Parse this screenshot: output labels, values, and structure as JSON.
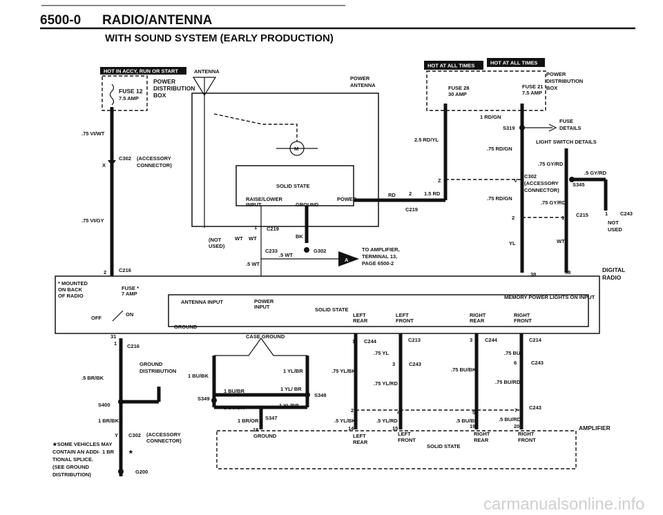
{
  "header": {
    "page": "6500-0",
    "title": "RADIO/ANTENNA",
    "subtitle": "WITH SOUND SYSTEM (EARLY PRODUCTION)"
  },
  "tabs": {
    "hot_accy_run_start": "HOT IN ACCY, RUN OR START",
    "hot_at_all_times_1": "HOT AT ALL TIMES",
    "hot_at_all_times_2": "HOT AT ALL TIMES"
  },
  "left_power": {
    "power_box": "POWER",
    "power_box_2": "DISTRIBUTION",
    "power_box_3": "BOX",
    "fuse": "FUSE 12",
    "fuse_amp": "7.5 AMP",
    "antenna": "ANTENNA",
    "wire1": ".75 VI/WT",
    "conn_x": "X",
    "conn_id": "C302",
    "conn_desc": "(ACCESSORY",
    "conn_desc2": "CONNECTOR)",
    "wire2": ".75 VI/GY",
    "c216_pin": "2",
    "c216": "C216"
  },
  "power_antenna": {
    "title": "POWER",
    "title2": "ANTENNA",
    "motor": "M",
    "solid_state": "SOLID STATE",
    "raise_lower": "RAISE/LOWER",
    "input": "INPUT",
    "ground": "GROUND",
    "power": "POWER",
    "c219_pin": "1",
    "c219": "C219",
    "not_used": "(NOT",
    "not_used2": "USED)",
    "wt1": "WT",
    "wt2": "WT",
    "bk": "BK",
    "c233": "C233",
    "g302": "G302",
    "wire_5wt": ".5 WT",
    "wire_5wt2": ".5 WT",
    "rd": "RD",
    "pin2": "2",
    "wire_15rd": "1.5 RD",
    "c219b": "C219"
  },
  "amp_ref": {
    "badge": "A",
    "line1": "TO AMPLIFIER,",
    "line2": "TERMINAL 13,",
    "line3": "PAGE 6500-2"
  },
  "right_power": {
    "fuse28": "FUSE 28",
    "fuse28_amp": "30 AMP",
    "fuse21": "FUSE 21",
    "fuse21_amp": "7.5 AMP",
    "power": "POWER",
    "dist": "DISTRIBUTION",
    "box": "BOX",
    "w_1rdgn": "1 RD/GN",
    "s319": "S319",
    "fuse": "FUSE",
    "details": "DETAILS",
    "light_switch": "LIGHT SWITCH DETAILS",
    "w_25rdyl": "2.5 RD/YL",
    "w_75rdgn": ".75 RD/GN",
    "w_75gyrd": ".75 GY/RD",
    "c302": "C302",
    "acc": "(ACCESSORY",
    "conn": "CONNECTOR)",
    "z": "Z",
    "v": "V",
    "w_75rdgn2": ".75 RD/GN",
    "w_5gyrd": ".5 GY/RD",
    "s345": "S345",
    "w_75gyrd2": ".75 GY/RD",
    "pin2": "2",
    "pin1": "1",
    "c215": "C215",
    "c243_pin": "1",
    "c243": "C243",
    "not_used": "NOT",
    "used": "USED",
    "yl": "YL",
    "wt": "WT",
    "pin38": "38",
    "pin58": "58"
  },
  "radio": {
    "mounted": "* MOUNTED",
    "on_back": "ON BACK",
    "of_radio": "OF RADIO",
    "fuse": "FUSE *",
    "fuse_amp": "7 AMP",
    "off": "OFF",
    "on": "ON",
    "antenna_input": "ANTENNA INPUT",
    "power_input": "POWER",
    "power_input2": "INPUT",
    "solid_state": "SOLID STATE",
    "left_rear": "LEFT",
    "left_rear2": "REAR",
    "left_front": "LEFT",
    "left_front2": "FRONT",
    "right_rear": "RIGHT",
    "right_rear2": "REAR",
    "right_front": "RIGHT",
    "right_front2": "FRONT",
    "memory": "MEMORY POWER  LIGHTS ON INPUT",
    "ground": "GROUND",
    "case_ground": "CASE GROUND",
    "name1": "DIGITAL",
    "name2": "RADIO",
    "pin31": "31"
  },
  "lower": {
    "c216_pin": "1",
    "c216": "C216",
    "gd_label": "GROUND",
    "gd_label2": "DISTRIBUTION",
    "w_5brbk": ".5 BR/BK",
    "s400": "S400",
    "w_1brbk": "1 BR/BK",
    "c302_y": "Y",
    "c302": "C302",
    "acc": "(ACCESSORY",
    "conn": "CONNECTOR)",
    "note1": "★SOME VEHICLES MAY",
    "note2": "CONTAIN AN ADDI-",
    "note3": "TIONAL SPLICE.",
    "note4": "(SEE GROUND",
    "note5": "DISTRIBUTION)",
    "w_1br": "1 BR",
    "star": "★",
    "g200": "G200",
    "w_1bubk": "1 BU/BK",
    "w_1ylbr": "1 YL/BR",
    "w_1bubr": "1 BU/BR",
    "w_1ylbr2": "1 YL/ BR",
    "s349": "S349",
    "s348": "S348",
    "w_1bubr2": "1 BU/BR",
    "w_1ylbr3": "1 YL/BR",
    "w_1bror": "1 BR/OR",
    "s347": "S347",
    "pin18": "18"
  },
  "amp": {
    "c244": "C244",
    "c213": "C213",
    "c244b": "C244",
    "c214": "C214",
    "pin1": "1",
    "pin2": "2",
    "pin3": "3",
    "pin4": "4",
    "pin5": "5",
    "pin6": "6",
    "pin7": "7",
    "w_75yl": ".75 YL",
    "w_75bu": ".75 BU",
    "w_75ylbk": ".75 YL/BK",
    "c243": "C243",
    "w_75bubk": ".75 BU/BK",
    "c243b": "C243",
    "w_75ylrd": ".75 YL/RD",
    "w_75burd": ".75 BU/RD",
    "c243c": "C243",
    "w_5ylbk": ".5 YL/BK",
    "w_5ylrd": ".5 YL/RD",
    "w_5bubk": ".5 BU/BK",
    "w_5burd": ".5 BU/RD",
    "p14": "14",
    "p15": "15",
    "p19": "19",
    "p20": "20",
    "ground": "GROUND",
    "left_rear": "LEFT",
    "left_rear2": "REAR",
    "left_front": "LEFT",
    "left_front2": "FRONT",
    "solid_state": "SOLID STATE",
    "right_rear": "RIGHT",
    "right_rear2": "REAR",
    "right_front": "RIGHT",
    "right_front2": "FRONT",
    "name": "AMPLIFIER"
  },
  "watermark": "carmanualsonline.info"
}
